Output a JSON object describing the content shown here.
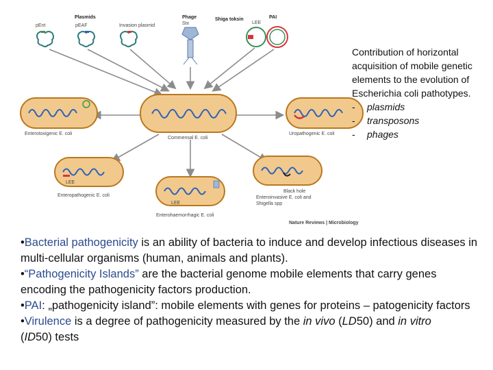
{
  "figure": {
    "headers": {
      "plasmids": "Plasmids",
      "phage": "Phage",
      "phage_sub": "Stx",
      "shiga": "Shiga toksin",
      "pai": "PAI"
    },
    "plasmid_labels": [
      "pEnt",
      "pEAF",
      "Invasion plasmid"
    ],
    "pai_labels": [
      "LEE"
    ],
    "pathotypes": {
      "commensal": "Commensal E. coli",
      "enterotoxigenic": "Enterotoxigenic E. coli",
      "uropathogenic": "Uropathogenic E. coli",
      "enteropathogenic": "Enteropathogenic E. coli",
      "enterohaemorrhagic": "Enterohaemorrhagic E. coli",
      "enteroinvasive": "Enteroinvasive E. coli and",
      "enteroinvasive_2": "Shigella spp",
      "lee_left": "LEE",
      "lee_bottom": "LEE",
      "black_hole": "Black hole"
    },
    "credit": "Nature Reviews | Microbiology",
    "colors": {
      "chromosome": "#2b63b8",
      "cell_fill": "#f2c98d",
      "cell_stroke": "#b9781e",
      "arrow": "#8c8c8c",
      "pai": "#d9343a",
      "plasmid_green": "#3a9a3a"
    }
  },
  "caption": {
    "text": "Contribution of horizontal acquisition of mobile genetic elements to the evolution of Escherichia coli pathotypes.",
    "items": [
      "plasmids",
      "transposons",
      "phages"
    ]
  },
  "notes": {
    "p1": {
      "term": "Bacterial pathogenicity",
      "rest": " is an ability of bacteria to induce and develop infectious diseases in multi-cellular organisms (human, animals and plants)."
    },
    "p2": {
      "term": "“Pathogenicity Islands”",
      "rest": " are the bacterial genome mobile elements that carry genes encoding the pathogenicity factors production."
    },
    "p3": {
      "term": "PAI",
      "rest": ": „pathogenicity island”: mobile elements with genes for proteins – patogenicity factors"
    },
    "p4": {
      "term": "Virulence",
      "mid": " is a degree of pathogenicity measured by the ",
      "invivo": "in vivo",
      "mid2": " (",
      "ld": "LD",
      "ld_num": "50) and ",
      "invitro": "in vitro",
      "line2_open": "(",
      "id": "ID",
      "id_num": "50) tests"
    }
  }
}
